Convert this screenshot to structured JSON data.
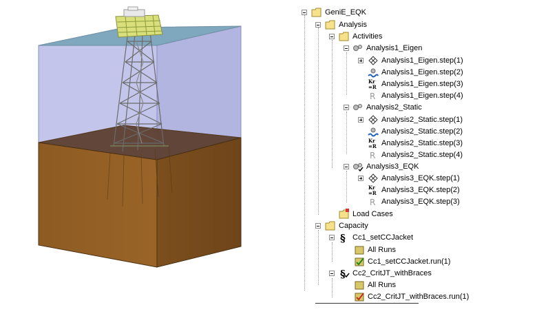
{
  "tree": {
    "root": "GeniE_EQK",
    "analysis": "Analysis",
    "activities": "Activities",
    "a1": "Analysis1_Eigen",
    "a1s1": "Analysis1_Eigen.step(1)",
    "a1s2": "Analysis1_Eigen.step(2)",
    "a1s3": "Analysis1_Eigen.step(3)",
    "a1s4": "Analysis1_Eigen.step(4)",
    "a2": "Analysis2_Static",
    "a2s1": "Analysis2_Static.step(1)",
    "a2s2": "Analysis2_Static.step(2)",
    "a2s3": "Analysis2_Static.step(3)",
    "a2s4": "Analysis2_Static.step(4)",
    "a3": "Analysis3_EQK",
    "a3s1": "Analysis3_EQK.step(1)",
    "a3s2": "Analysis3_EQK.step(2)",
    "a3s3": "Analysis3_EQK.step(3)",
    "loadcases": "Load Cases",
    "capacity": "Capacity",
    "cc1": "Cc1_setCCJacket",
    "cc1runs": "All Runs",
    "cc1run": "Cc1_setCCJacket.run(1)",
    "cc2": "Cc2_CritJT_withBraces",
    "cc2runs": "All Runs",
    "cc2run": "Cc2_CritJT_withBraces.run(1)"
  },
  "icons": {
    "folder": "folder-icon",
    "activity": "gears-icon",
    "step-mesh": "mesh-step-icon",
    "step-wave": "wave-load-step-icon",
    "step-stiffness": "stiffness-equation-icon",
    "step-results": "results-r-icon",
    "capacity-model": "capacity-model-icon",
    "run-ok": "run-checkmark-icon",
    "run-fail": "run-failed-icon"
  },
  "colors": {
    "water": "#b4b7e2",
    "water_top": "#6f9fb8",
    "soil": "#8a5a22",
    "soil_top": "#5a3d28",
    "jacket": "#6e6e6e",
    "topside": "#d8e06a",
    "folder": "#f7e18c"
  }
}
